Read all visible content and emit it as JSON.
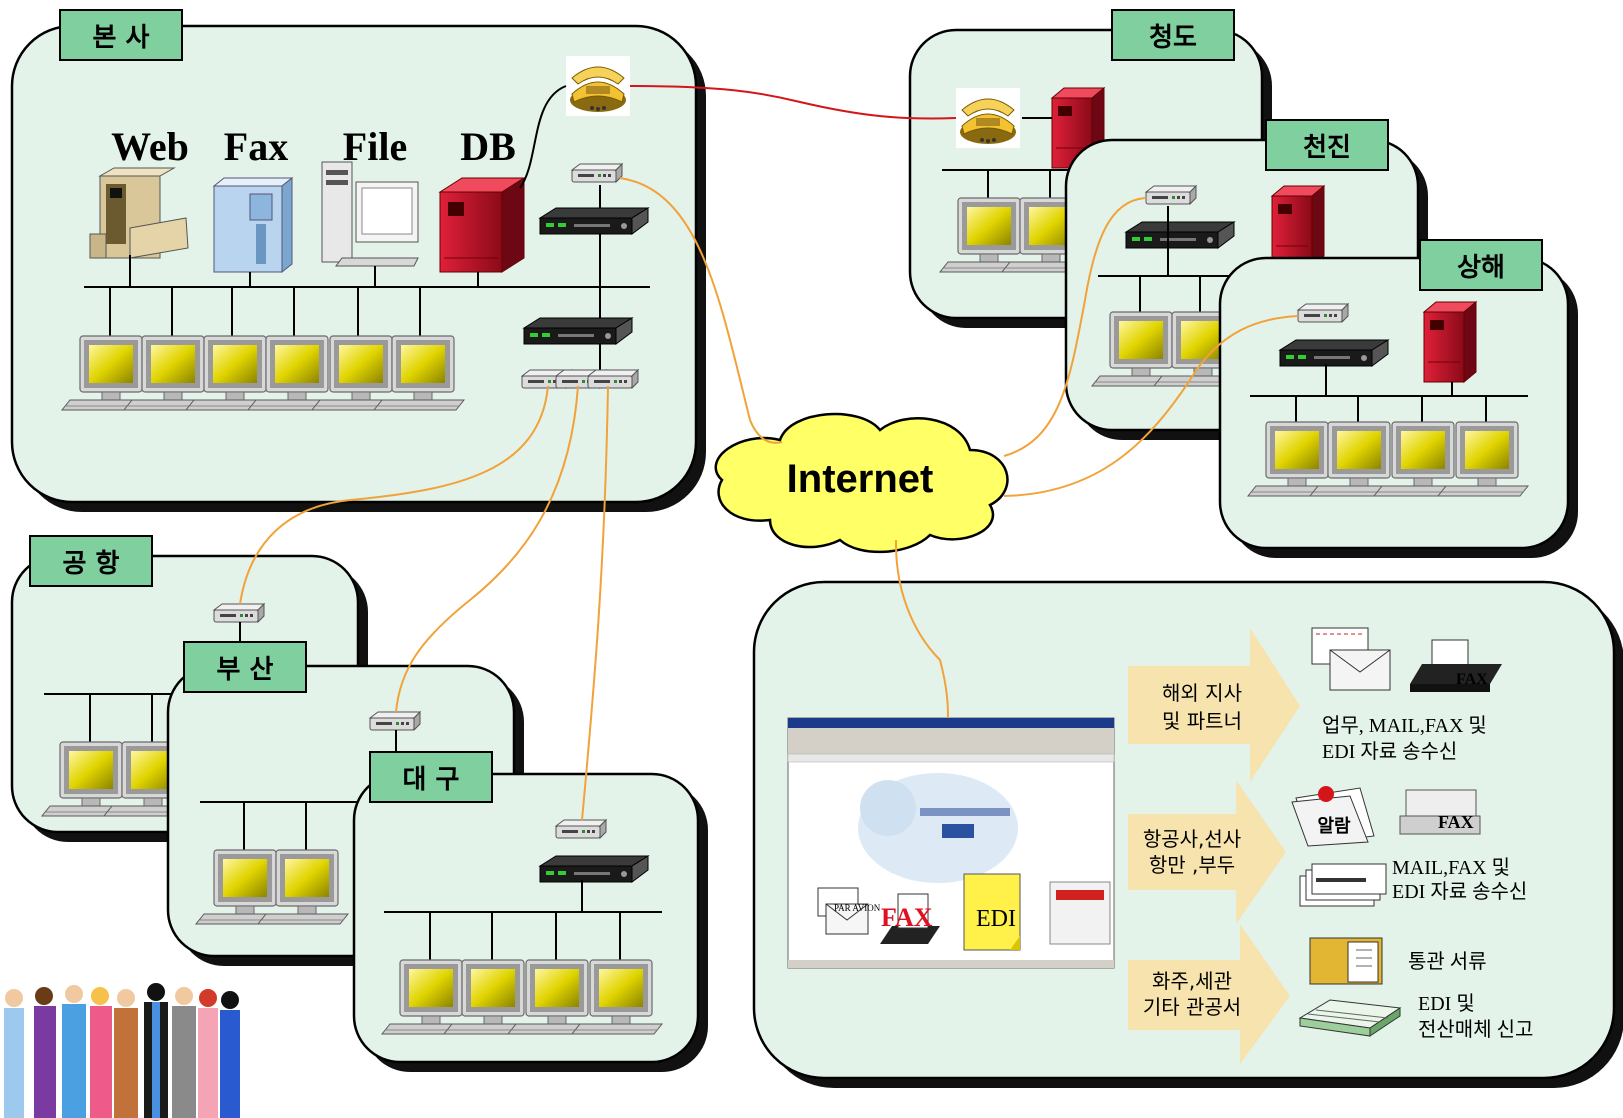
{
  "offices": {
    "hq": "본 사",
    "qingdao": "청도",
    "tianjin": "천진",
    "shanghai": "상해",
    "airport": "공 항",
    "busan": "부 산",
    "daegu": "대 구"
  },
  "servers": {
    "web": "Web",
    "fax": "Fax",
    "file": "File",
    "db": "DB"
  },
  "internet_label": "Internet",
  "screenshot_labels": {
    "fax": "FAX",
    "edi": "EDI",
    "envelope": "PAR AVION"
  },
  "flows": [
    {
      "arrow": [
        "해외 지사",
        "및 파트너"
      ],
      "desc": [
        "업무, MAIL,FAX 및",
        "EDI 자료 송수신"
      ],
      "icon_labels": [
        "FAX"
      ]
    },
    {
      "arrow": [
        "항공사,선사",
        "항만 ,부두"
      ],
      "desc": [
        "MAIL,FAX 및",
        "EDI 자료 송수신"
      ],
      "icon_labels": [
        "알람",
        "FAX"
      ]
    },
    {
      "arrow": [
        "화주,세관",
        "기타 관공서"
      ],
      "desc_top": [
        "통관 서류"
      ],
      "desc": [
        "EDI 및",
        "전산매체 신고"
      ]
    }
  ],
  "colors": {
    "panel": "#e3f3ea",
    "tab": "#7fcf9f",
    "internet_cloud": "#ffff66",
    "flow_arrow": "#f6e3ad",
    "orange_link": "#f2a23a",
    "red_link": "#d4161b",
    "monitor_screen": "#e0d400"
  },
  "icons": [
    "pc-monitor-icon",
    "hub-icon",
    "modem-icon",
    "router-icon",
    "telephone-icon",
    "web-server-icon",
    "fax-server-icon",
    "file-server-icon",
    "db-server-icon",
    "browser-window-icon",
    "people-group-icon",
    "envelope-icon",
    "fax-machine-icon",
    "folder-icon",
    "data-tape-icon"
  ]
}
